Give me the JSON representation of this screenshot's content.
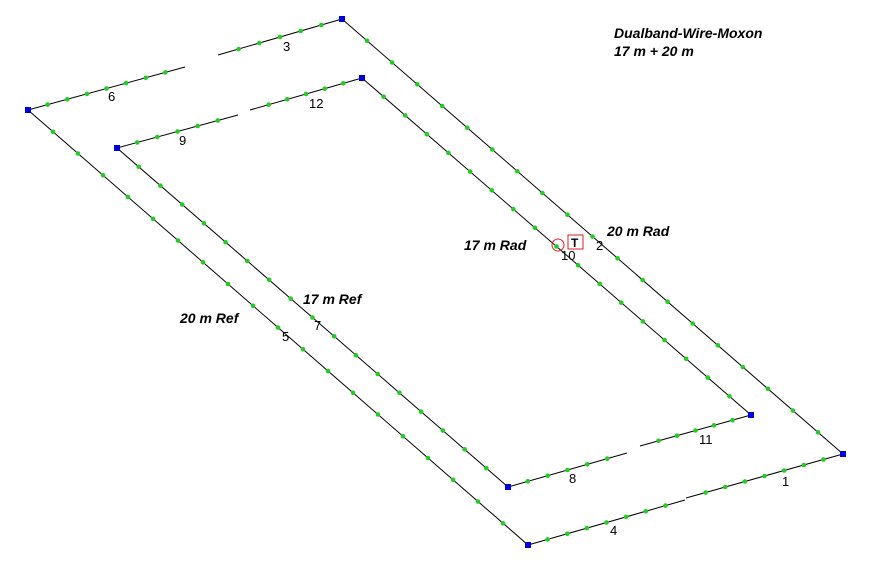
{
  "title": {
    "line1": "Dualband-Wire-Moxon",
    "line2": "17 m + 20 m"
  },
  "labels": {
    "rad20": "20 m Rad",
    "rad17": "17 m Rad",
    "ref20": "20 m Ref",
    "ref17": "17 m Ref"
  },
  "wire_numbers": [
    "1",
    "2",
    "3",
    "4",
    "5",
    "6",
    "7",
    "8",
    "9",
    "10",
    "11",
    "12"
  ],
  "feed_marker": "T",
  "colors": {
    "wire": "#000000",
    "segment": "#22cc22",
    "corner": "#0000dd",
    "source": "#dd2222"
  }
}
